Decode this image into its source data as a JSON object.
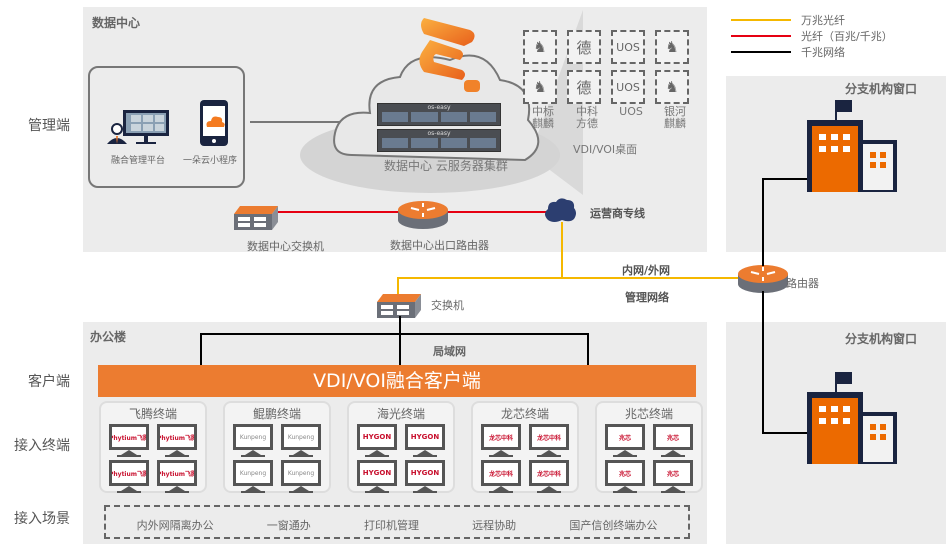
{
  "legend": [
    {
      "label": "万兆光纤",
      "color": "#f5b800"
    },
    {
      "label": "光纤（百兆/千兆）",
      "color": "#e60012"
    },
    {
      "label": "千兆网络",
      "color": "#000000"
    }
  ],
  "side_labels": {
    "management": "管理端",
    "client": "客户端",
    "terminal": "接入终端",
    "scene": "接入场景"
  },
  "datacenter": {
    "title": "数据中心",
    "mgmt_platform": "融合管理平台",
    "mini_program": "一朵云小程序",
    "cluster_label": "数据中心  云服务器集群",
    "server_brand": "os-easy",
    "desktop_label": "VDI/VOI桌面",
    "os_tiles": [
      {
        "glyph": "♞",
        "label1": "中标",
        "label2": "麒麟"
      },
      {
        "glyph": "德",
        "label1": "中科",
        "label2": "方德"
      },
      {
        "glyph": "UOS",
        "label1": "UOS",
        "label2": ""
      },
      {
        "glyph": "♞",
        "label1": "银河",
        "label2": "麒麟"
      }
    ],
    "dc_switch": "数据中心交换机",
    "dc_router": "数据中心出口路由器",
    "carrier": "运营商专线"
  },
  "network": {
    "inner_outer": "内网/外网",
    "mgmt_net": "管理网络",
    "switch": "交换机",
    "router": "路由器"
  },
  "office": {
    "title": "办公楼",
    "lan": "局域网",
    "client_bar": "VDI/VOI融合客户端",
    "terminals": [
      {
        "title": "飞腾终端",
        "brand": "Phytium飞腾"
      },
      {
        "title": "鲲鹏终端",
        "brand": "Kunpeng"
      },
      {
        "title": "海光终端",
        "brand": "HYGON"
      },
      {
        "title": "龙芯终端",
        "brand": "龙芯中科"
      },
      {
        "title": "兆芯终端",
        "brand": "兆芯"
      }
    ],
    "scenes": [
      "内外网隔离办公",
      "一窗通办",
      "打印机管理",
      "远程协助",
      "国产信创终端办公"
    ]
  },
  "branches": [
    {
      "title": "分支机构窗口"
    },
    {
      "title": "分支机构窗口"
    }
  ],
  "colors": {
    "orange": "#ec7c30",
    "navy": "#1a2440",
    "yellow": "#f5b800",
    "red": "#e60012"
  }
}
